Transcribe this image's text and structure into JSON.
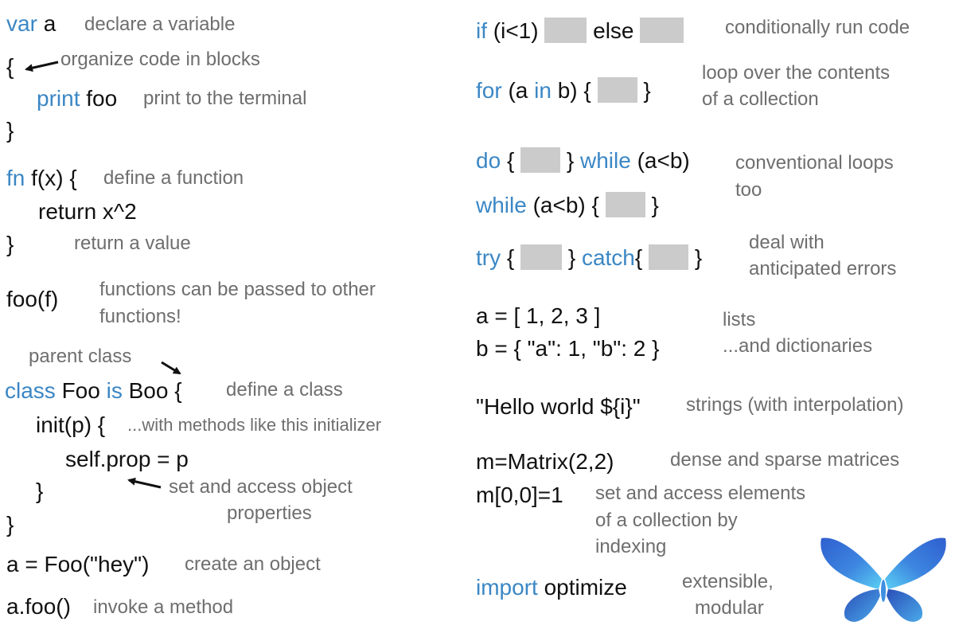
{
  "colors": {
    "keyword": "#3b87c5",
    "code": "#111111",
    "description": "#6e6e6e",
    "placeholder": "#cbcbcb"
  },
  "left": {
    "var_kw": "var",
    "var_name": "a",
    "var_desc": "declare a variable",
    "block_open": "{",
    "block_desc": "organize code in blocks",
    "print_kw": "print",
    "print_arg": "foo",
    "print_desc": "print to the terminal",
    "block_close": "}",
    "fn_kw": "fn",
    "fn_sig": "f(x) {",
    "fn_desc": "define a function",
    "fn_body": "return x^2",
    "fn_close": "}",
    "return_desc": "return a value",
    "pass_code": "foo(f)",
    "pass_desc_1": "functions can be passed to other",
    "pass_desc_2": "functions!",
    "parent_label": "parent class",
    "class_kw": "class",
    "class_name": "Foo",
    "is_kw": "is",
    "parent_name": "Boo",
    "class_brace": "{",
    "class_desc": "define a class",
    "init_code": "init(p) {",
    "init_desc": "...with methods like this initializer",
    "prop_code": "self.prop = p",
    "init_close": "}",
    "prop_desc_1": "set and access object",
    "prop_desc_2": "properties",
    "class_close": "}",
    "create_code": "a = Foo(\"hey\")",
    "create_desc": "create an object",
    "invoke_code": "a.foo()",
    "invoke_desc": "invoke a method"
  },
  "right": {
    "if_kw": "if",
    "if_cond": "(i<1)",
    "else_kw": "else",
    "if_desc": "conditionally run code",
    "for_kw": "for",
    "for_open": "(a",
    "in_kw": "in",
    "for_rest": "b) {",
    "for_close": "}",
    "for_desc_1": "loop over the contents",
    "for_desc_2": "of a collection",
    "do_kw": "do",
    "do_open": "{",
    "do_close": "}",
    "dowhile_kw": "while",
    "dowhile_cond": "(a<b)",
    "while_kw": "while",
    "while_cond": "(a<b) {",
    "while_close": "}",
    "loops_desc_1": "conventional loops",
    "loops_desc_2": "too",
    "try_kw": "try",
    "try_open": "{",
    "try_close": "}",
    "catch_kw": "catch",
    "catch_open": "{",
    "catch_close": "}",
    "err_desc_1": "deal with",
    "err_desc_2": "anticipated errors",
    "list_code": "a = [ 1, 2, 3 ]",
    "list_desc": "lists",
    "dict_code": "b = { \"a\": 1, \"b\": 2 }",
    "dict_desc": "...and dictionaries",
    "str_code": "\"Hello world ${i}\"",
    "str_desc": "strings (with interpolation)",
    "mat_code": "m=Matrix(2,2)",
    "mat_desc": "dense and sparse matrices",
    "idx_code": "m[0,0]=1",
    "idx_desc_1": "set and access elements",
    "idx_desc_2": "of a collection by",
    "idx_desc_3": "indexing",
    "import_kw": "import",
    "import_name": "optimize",
    "import_desc_1": "extensible,",
    "import_desc_2": "modular"
  }
}
